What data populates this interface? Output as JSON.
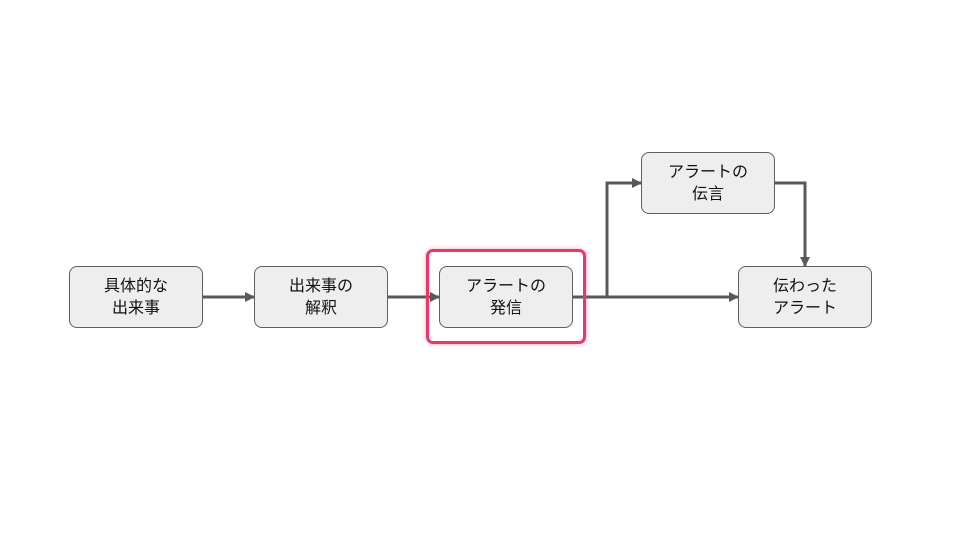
{
  "diagram": {
    "nodes": [
      {
        "id": "specific-event",
        "lines": [
          "具体的な",
          "出来事"
        ]
      },
      {
        "id": "interpretation",
        "lines": [
          "出来事の",
          "解釈"
        ]
      },
      {
        "id": "alert-issue",
        "lines": [
          "アラートの",
          "発信"
        ],
        "highlighted": true
      },
      {
        "id": "alert-relay",
        "lines": [
          "アラートの",
          "伝言"
        ]
      },
      {
        "id": "alert-received",
        "lines": [
          "伝わった",
          "アラート"
        ]
      }
    ],
    "edges": [
      {
        "from": "specific-event",
        "to": "interpretation"
      },
      {
        "from": "interpretation",
        "to": "alert-issue"
      },
      {
        "from": "alert-issue",
        "to": "alert-received"
      },
      {
        "from": "alert-issue",
        "to": "alert-relay"
      },
      {
        "from": "alert-relay",
        "to": "alert-received"
      }
    ],
    "colors": {
      "node_fill": "#eeeeee",
      "node_border": "#5f5f5f",
      "connector": "#595959",
      "highlight": "#ea3768"
    }
  }
}
